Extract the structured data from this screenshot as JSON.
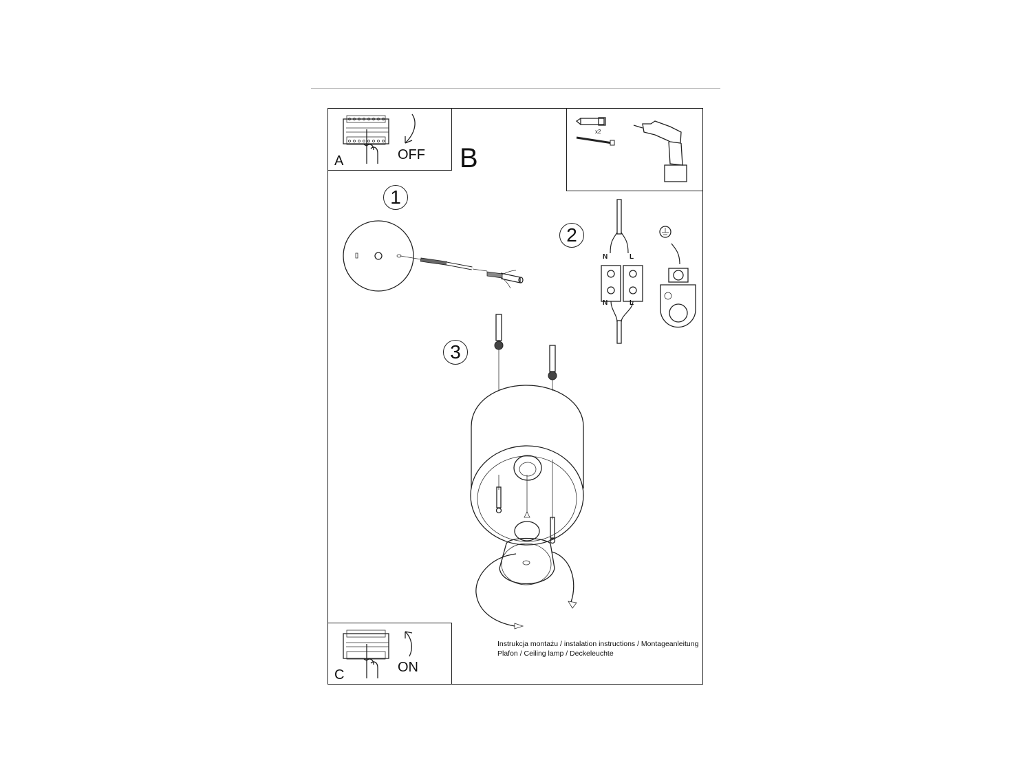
{
  "document": {
    "type": "installation-instructions",
    "section_letter": "B",
    "panels": {
      "a": {
        "letter": "A",
        "switch_label": "OFF",
        "icon": "circuit-breaker-off-icon"
      },
      "c": {
        "letter": "C",
        "switch_label": "ON",
        "icon": "circuit-breaker-on-icon"
      },
      "tools": {
        "quantity": "x2",
        "items": [
          "wall-plug-icon",
          "screw-icon",
          "drill-icon"
        ]
      }
    },
    "steps": [
      {
        "number": "1",
        "illustration": "mounting-plate-with-screw-and-wall-plug"
      },
      {
        "number": "2",
        "illustration": "terminal-block-wiring-and-ground",
        "labels": {
          "neutral": "N",
          "live": "L"
        }
      },
      {
        "number": "3",
        "illustration": "cylinder-lamp-mounting-and-bulb-insert"
      }
    ],
    "caption": {
      "line1": "Instrukcja montażu / instalation instructions / Montageanleitung",
      "line2": "Plafon / Ceiling lamp / Deckeleuchte"
    }
  }
}
